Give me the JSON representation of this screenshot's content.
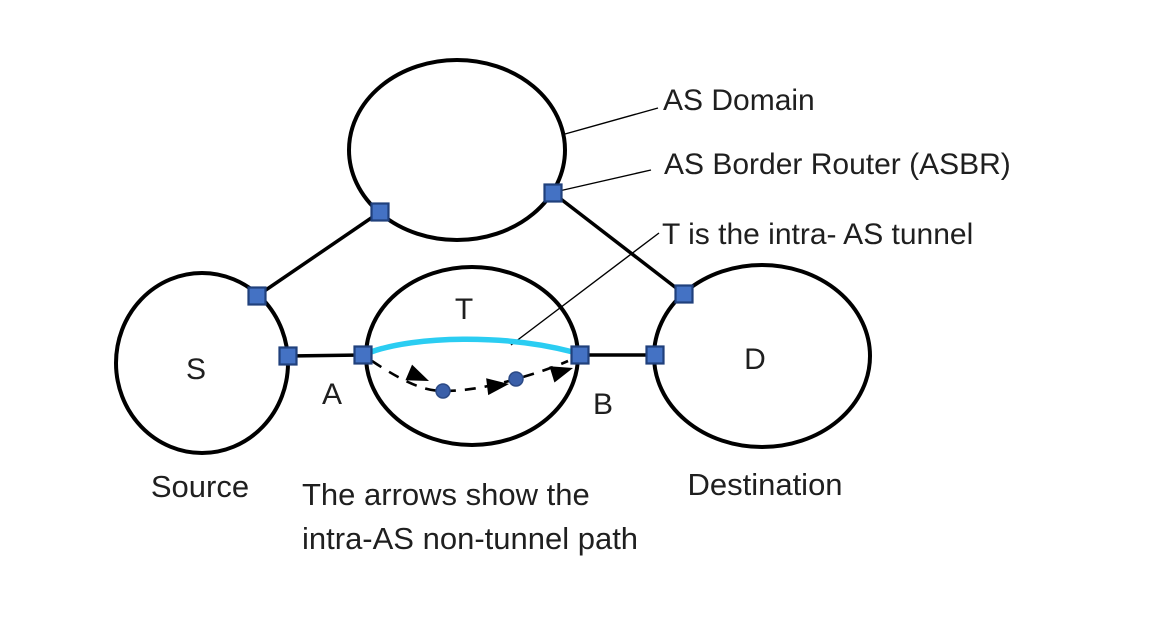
{
  "colors": {
    "router_fill": "#4472c4",
    "router_border": "#20407c",
    "tunnel": "#2bcdf2",
    "hop_dot": "#3a5fa9",
    "line": "#000000",
    "text": "#1f1f1f",
    "bg": "#ffffff"
  },
  "annotations": {
    "as_domain": "AS Domain",
    "asbr": "AS Border Router (ASBR)",
    "tunnel": "T is the intra- AS tunnel"
  },
  "nodes": {
    "tunnel_letter": "T",
    "source_letter": "S",
    "destination_letter": "D",
    "ingress_letter": "A",
    "egress_letter": "B"
  },
  "captions": {
    "source": "Source",
    "destination": "Destination",
    "arrows_line1": "The arrows show the",
    "arrows_line2": "intra-AS non-tunnel path"
  }
}
